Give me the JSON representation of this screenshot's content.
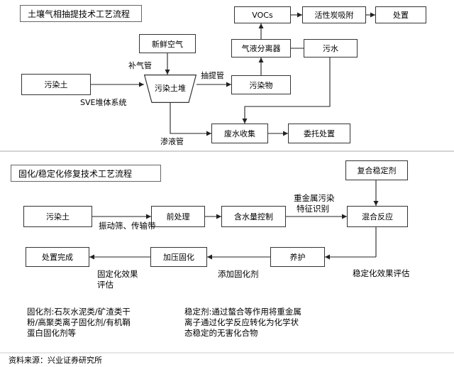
{
  "section1": {
    "title": "土壤气相抽提技术工艺流程",
    "boxes": {
      "contaminated_soil": "污染土",
      "fresh_air": "新鲜空气",
      "soil_pile": "污染土堆",
      "pollutant": "污染物",
      "gas_separator": "气液分离器",
      "wastewater": "污水",
      "vocs": "VOCs",
      "activated_carbon": "活性炭吸附",
      "disposal": "处置",
      "wastewater_collection": "废水收集",
      "entrusted_disposal": "委托处置"
    },
    "labels": {
      "make_up_pipe": "补气管",
      "extraction_pipe": "抽提管",
      "sve_system": "SVE堆体系统",
      "leachate_pipe": "渗液管"
    }
  },
  "section2": {
    "title": "固化/稳定化修复技术工艺流程",
    "boxes": {
      "contaminated_soil": "污染土",
      "pretreatment": "前处理",
      "moisture_control": "含水量控制",
      "composite_stabilizer": "复合稳定剂",
      "mixing_reaction": "混合反应",
      "curing": "养护",
      "pressure_solidification": "加压固化",
      "disposal_complete": "处置完成"
    },
    "labels": {
      "screening": "振动筛、传输带",
      "heavy_metal_line1": "重金属污染",
      "heavy_metal_line2": "特征识别",
      "stabilization_eval": "稳定化效果评估",
      "add_solidifier": "添加固化剂",
      "solidification_eval": "固定化效果\n评估"
    },
    "notes": {
      "solidifier": "固化剂:石灰水泥类/矿渣类干\n粉/高聚类离子固化剂/有机鞘\n蛋白固化剂等",
      "stabilizer": "稳定剂:通过螯合等作用将重金属\n离子通过化学反应转化为化学状\n态稳定的无害化合物"
    }
  },
  "source": "资料来源：兴业证券研究所"
}
